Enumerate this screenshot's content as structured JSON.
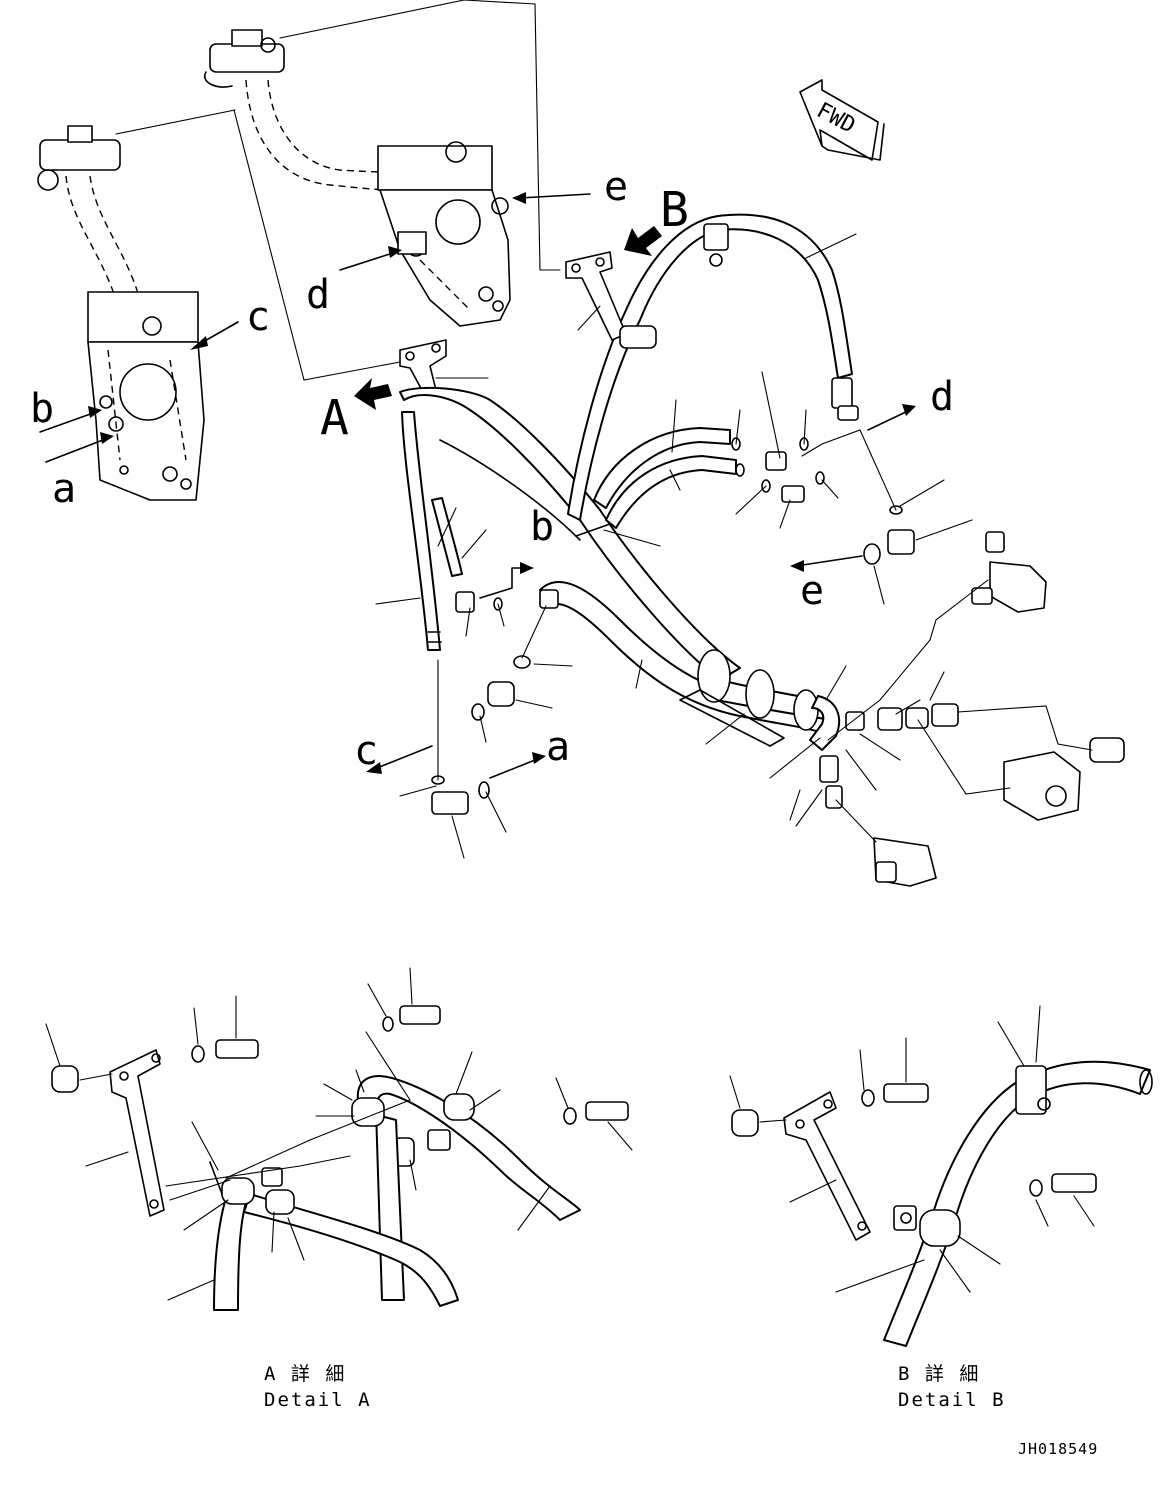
{
  "view_labels": {
    "A": "A",
    "B": "B"
  },
  "connection_labels": {
    "a": "a",
    "b": "b",
    "c": "c",
    "d": "d",
    "e": "e"
  },
  "direction_tag": "FWD",
  "detail_a": {
    "caption_jp": "A 詳 細",
    "caption_en": "Detail A"
  },
  "detail_b": {
    "caption_jp": "B 詳 細",
    "caption_en": "Detail B"
  },
  "drawing_code": "JH018549"
}
